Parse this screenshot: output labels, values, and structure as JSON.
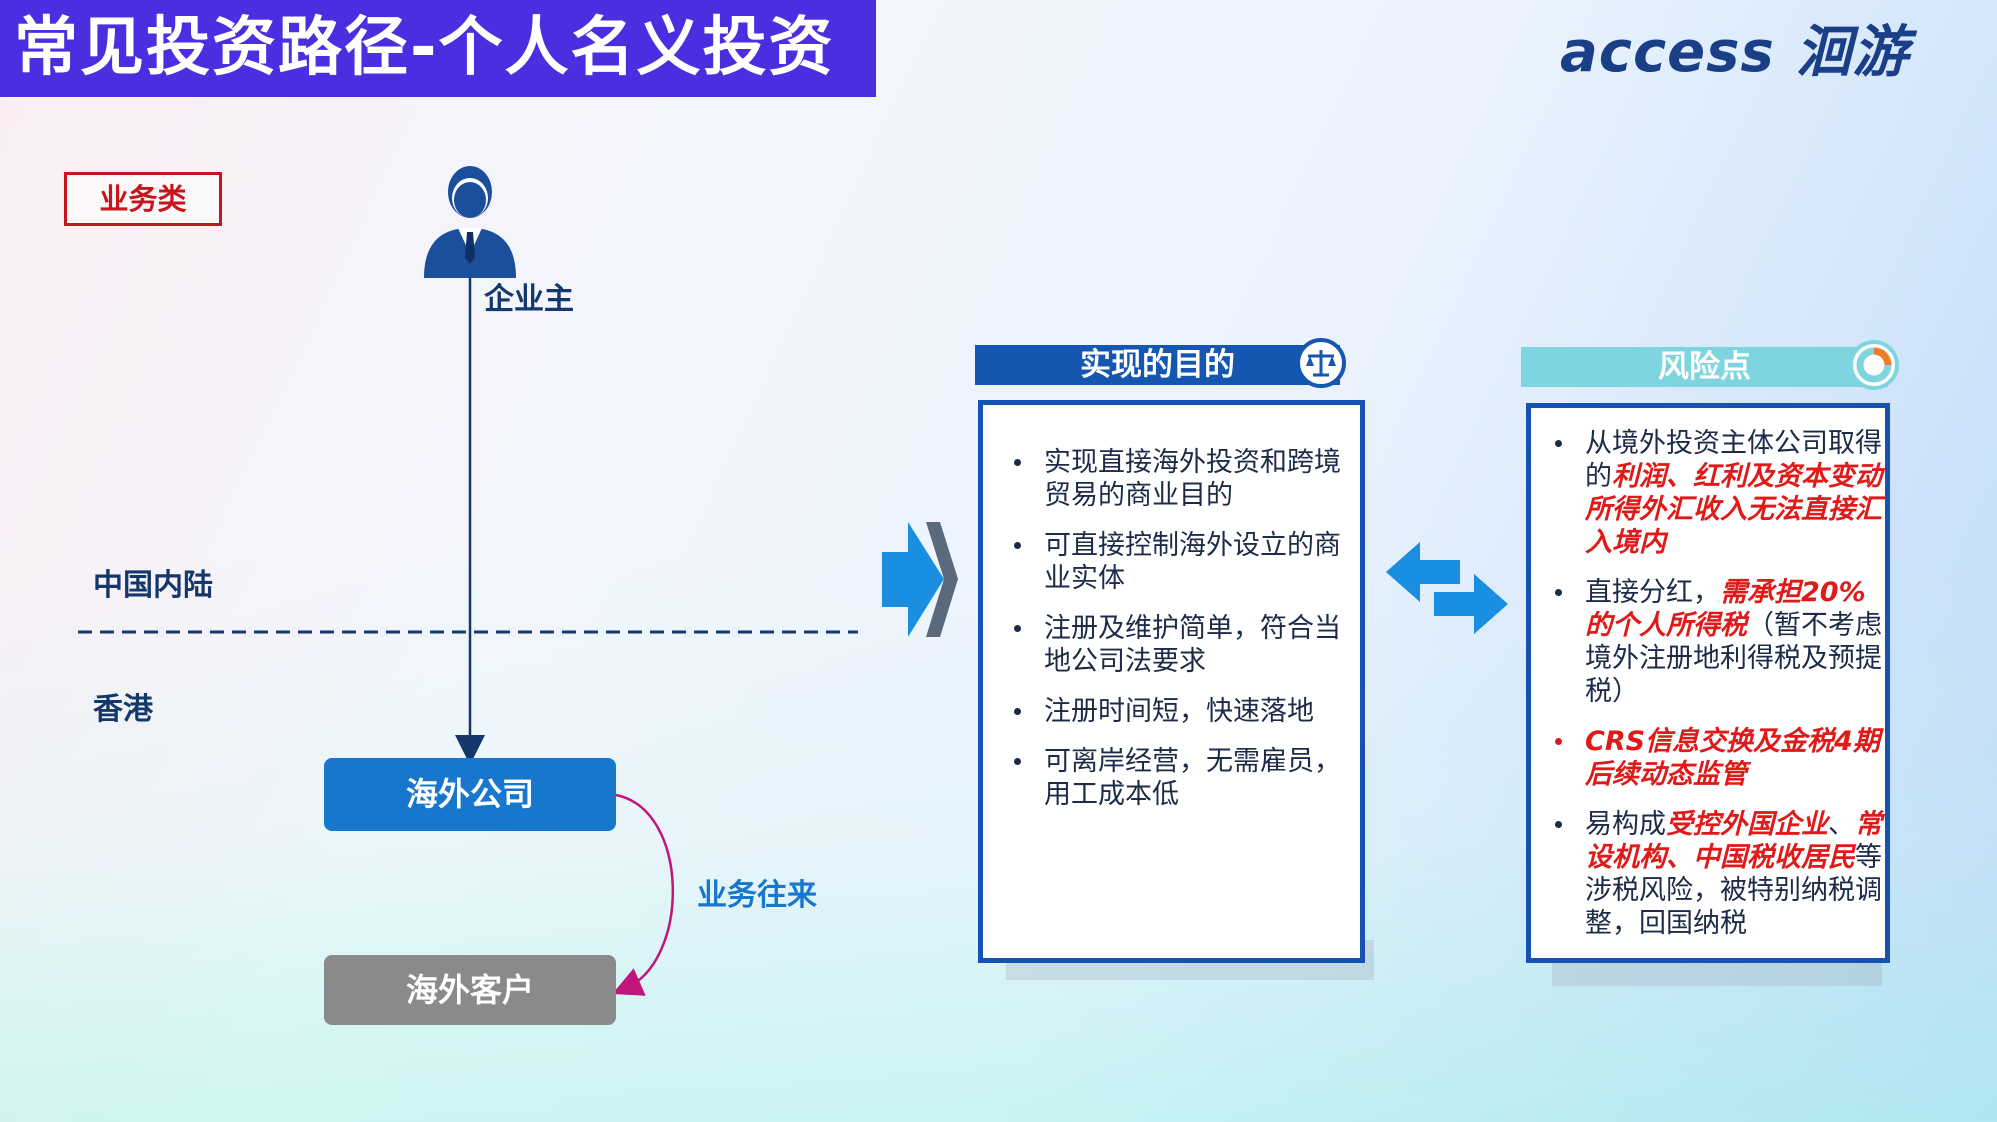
{
  "header": {
    "title": "常见投资路径-个人名义投资",
    "logo_text": "access 洄游"
  },
  "category_tag": "业务类",
  "diagram": {
    "owner_label": "企业主",
    "region_mainland": "中国内陆",
    "region_hongkong": "香港",
    "overseas_company": "海外公司",
    "overseas_client": "海外客户",
    "relation_label": "业务往来"
  },
  "purpose_panel": {
    "title": "实现的目的",
    "items": [
      "实现直接海外投资和跨境贸易的商业目的",
      "可直接控制海外设立的商业实体",
      "注册及维护简单，符合当地公司法要求",
      "注册时间短，快速落地",
      "可离岸经营，无需雇员，用工成本低"
    ]
  },
  "risk_panel": {
    "title": "风险点",
    "items": [
      {
        "a": "从境外投资主体公司取得的",
        "em": "利润、红利及资本变动所得外汇收入无法直接汇入境内",
        "b": "",
        "em2": "",
        "c": ""
      },
      {
        "a": "直接分红，",
        "em": "需承担20%的个人所得税",
        "b": "（暂不考虑境外注册地利得税及预提税）",
        "em2": "",
        "c": ""
      },
      {
        "a": "",
        "em": "CRS信息交换及金税4期后续动态监管",
        "b": "",
        "em2": "",
        "c": ""
      },
      {
        "a": "易构成",
        "em": "受控外国企业",
        "b": "、",
        "em2": "常设机构、中国税收居民",
        "c": "等涉税风险，被特别纳税调整，回国纳税"
      }
    ]
  },
  "colors": {
    "title_bg": "#4a2ee0",
    "primary_blue": "#1777cc",
    "panel_border": "#1652b4",
    "risk_header": "#7ed5e0",
    "emphasis_red": "#e01919",
    "relation_line": "#c0157a"
  },
  "icons": {
    "owner": "businessman-icon",
    "purpose_header": "scale-icon",
    "risk_header": "pie-chart-icon",
    "flow_arrow": "arrow-right-icon",
    "swap_arrow": "swap-arrows-icon"
  }
}
